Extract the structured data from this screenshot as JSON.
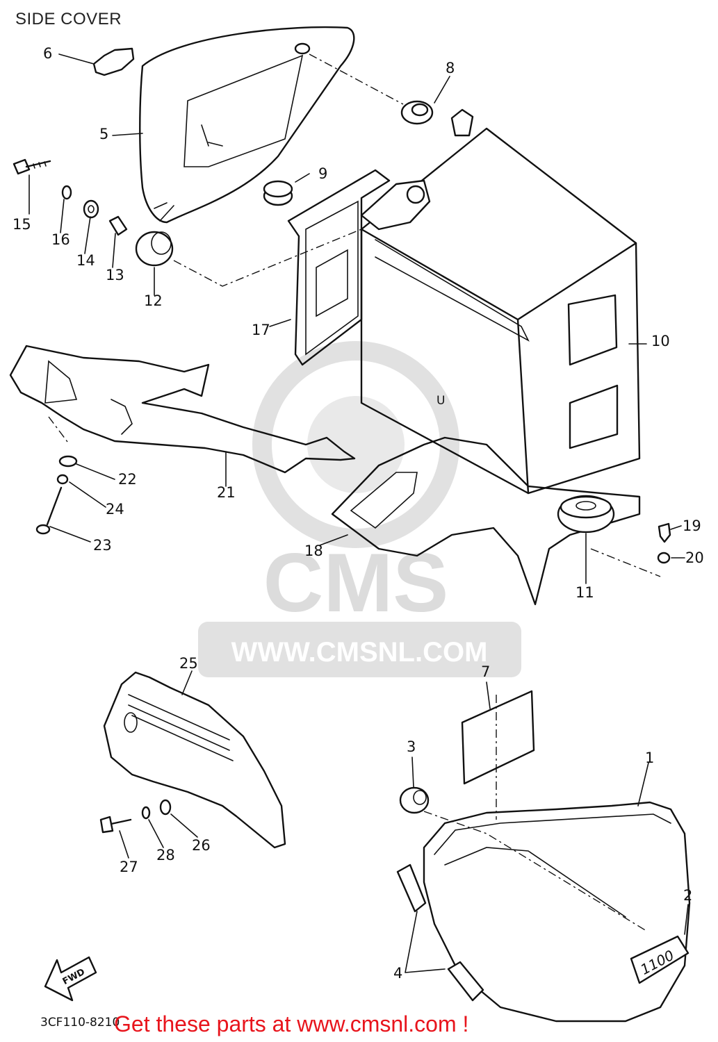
{
  "title": "SIDE COVER",
  "watermark": {
    "brand": "CMS",
    "url": "WWW.CMSNL.COM",
    "color": "#d9d9d9"
  },
  "parts": [
    {
      "number": "1"
    },
    {
      "number": "2"
    },
    {
      "number": "3"
    },
    {
      "number": "4"
    },
    {
      "number": "5"
    },
    {
      "number": "6"
    },
    {
      "number": "7"
    },
    {
      "number": "8"
    },
    {
      "number": "9"
    },
    {
      "number": "10"
    },
    {
      "number": "11"
    },
    {
      "number": "12"
    },
    {
      "number": "13"
    },
    {
      "number": "14"
    },
    {
      "number": "15"
    },
    {
      "number": "16"
    },
    {
      "number": "17"
    },
    {
      "number": "18"
    },
    {
      "number": "19"
    },
    {
      "number": "20"
    },
    {
      "number": "21"
    },
    {
      "number": "22"
    },
    {
      "number": "23"
    },
    {
      "number": "24"
    },
    {
      "number": "25"
    },
    {
      "number": "26"
    },
    {
      "number": "27"
    },
    {
      "number": "28"
    }
  ],
  "fwd_arrow_label": "FWD",
  "emblem_text": "1100",
  "diagram_code": "3CF110-8210",
  "footer": {
    "text": "Get these parts at www.cmsnl.com !",
    "color": "#e8141c"
  }
}
